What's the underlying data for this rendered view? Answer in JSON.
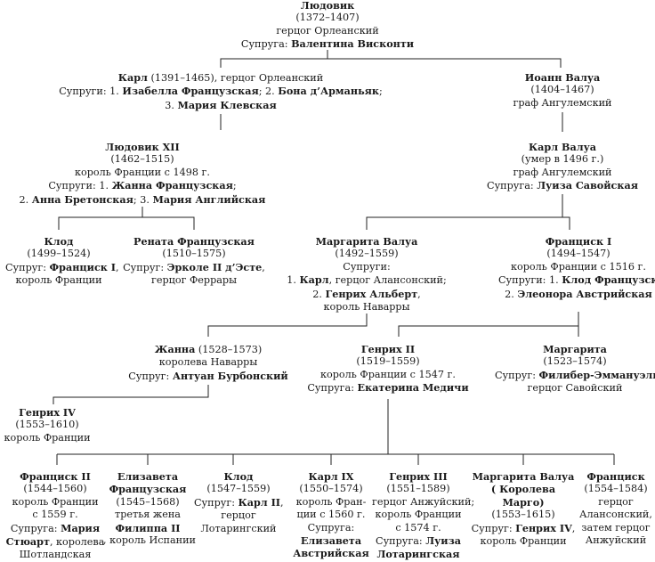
{
  "persons": {
    "louis": {
      "name": "Людовик",
      "lines": [
        "(1372–1407)",
        "герцог Орлеанский"
      ],
      "spouse_prefix": "Супруга: ",
      "spouse": "Валентина Висконти"
    },
    "charles_orleans": {
      "name": "Карл",
      "lines_inline": " (1391–1465), герцог Орлеанский",
      "spouses_prefix": "Супруги: 1. ",
      "spouse1": "Изабелла Французская",
      "sep1": "; 2. ",
      "spouse2": "Бона д’Арманьяк",
      "sep2": ";",
      "sep3": "3. ",
      "spouse3": "Мария Клевская"
    },
    "jean_valois": {
      "name": "Иоанн Валуа",
      "lines": [
        "(1404–1467)",
        "граф Ангулемский"
      ]
    },
    "louis_xii": {
      "name": "Людовик XII",
      "lines": [
        "(1462–1515)",
        "король Франции с 1498 г."
      ],
      "spouses_prefix": "Супруги: 1. ",
      "spouse1": "Жанна Французская",
      "sep1": ";",
      "sep2": "2. ",
      "spouse2": "Анна Бретонская",
      "sep3": "; 3. ",
      "spouse3": "Мария Английская"
    },
    "charles_valois": {
      "name": "Карл Валуа",
      "lines": [
        "(умер в 1496 г.)",
        "граф Ангулемский"
      ],
      "spouse_prefix": "Супруга: ",
      "spouse": "Луиза Савойская"
    },
    "claude": {
      "name": "Клод",
      "lines": [
        "(1499–1524)"
      ],
      "spouse_prefix": "Супруг: ",
      "spouse": "Франциск I",
      "spouse_suffix": ",",
      "extra": "король Франции"
    },
    "renata": {
      "name": "Рената Французская",
      "lines": [
        "(1510–1575)"
      ],
      "spouse_prefix": "Супруг:  ",
      "spouse": "Эрколе II д’Эсте",
      "spouse_suffix": ",",
      "extra": "герцог Феррары"
    },
    "marguerite_valois": {
      "name": "Маргарита Валуа",
      "lines": [
        "(1492–1559)",
        "Супруги:"
      ],
      "sp1_prefix": "1. ",
      "spouse1": "Карл",
      "sp1_suffix": ", герцог Алансонский;",
      "sp2_prefix": "2. ",
      "spouse2": "Генрих Альберт",
      "sp2_suffix": ",",
      "extra": "король Наварры"
    },
    "francis_i": {
      "name": "Франциск I",
      "lines": [
        "(1494–1547)",
        "король Франции с 1516 г."
      ],
      "spouses_prefix": "Супруги: 1. ",
      "spouse1": "Клод Французская",
      "sep1": ";",
      "sp2_prefix": "2. ",
      "spouse2": "Элеонора Австрийская"
    },
    "jeanne": {
      "name": "Жанна",
      "name_suffix": " (1528–1573)",
      "lines": [
        "королева Наварры"
      ],
      "spouse_prefix": "Супруг: ",
      "spouse": "Антуан Бурбонский"
    },
    "henri_ii": {
      "name": "Генрих II",
      "lines": [
        "(1519–1559)",
        "король Франции с 1547 г."
      ],
      "spouse_prefix": "Супруга: ",
      "spouse": "Екатерина Медичи"
    },
    "marguerite": {
      "name": "Маргарита",
      "lines": [
        "(1523–1574)"
      ],
      "spouse_prefix": "Супруг: ",
      "spouse": "Филибер-Эммануэль",
      "spouse_suffix": ",",
      "extra": "герцог Савойский"
    },
    "henri_iv": {
      "name": "Генрих IV",
      "lines": [
        "(1553–1610)",
        "король Франции"
      ]
    },
    "francis_ii": {
      "name": "Франциск II",
      "lines": [
        "(1544–1560)",
        "король Франции",
        "с 1559 г."
      ],
      "spouse_prefix": "Супруга: ",
      "spouse_a": "Мария",
      "spouse_b": "Стюарт",
      "spouse_suffix": ", королева",
      "extra": "Шотландская"
    },
    "elisabeth": {
      "name_a": "Елизавета",
      "name_b": "Французская",
      "lines": [
        "(1545–1568)",
        "третья жена"
      ],
      "spouse": "Филиппа II",
      "spouse_suffix": ", король Испании"
    },
    "claude2": {
      "name": "Клод",
      "lines": [
        "(1547–1559)"
      ],
      "spouse_prefix": "Супруг: ",
      "spouse": "Карл II",
      "spouse_suffix": ",",
      "extra": [
        "герцог",
        "Лотарингский"
      ]
    },
    "charles_ix": {
      "name": "Карл IX",
      "lines": [
        "(1550–1574)",
        "король Фран-",
        "ции с 1560 г.",
        "Супруга:"
      ],
      "spouse_a": "Елизавета",
      "spouse_b": "Австрийская"
    },
    "henri_iii": {
      "name": "Генрих III",
      "lines": [
        "(1551–1589)",
        "герцог Анжуйский;",
        "король Франции",
        "с 1574 г."
      ],
      "spouse_prefix": "Супруга: ",
      "spouse_a": "Луиза",
      "spouse_b": "Лотарингская"
    },
    "margot": {
      "name_a": "Маргарита Валуа",
      "name_b": "( Королева",
      "name_c": "Марго)",
      "lines": [
        "(1553–1615)"
      ],
      "spouse_prefix": "Супруг: ",
      "spouse": "Генрих IV",
      "spouse_suffix": ",",
      "extra": "король Франции"
    },
    "francois": {
      "name": "Франциск",
      "lines": [
        "(1554–1584)",
        "герцог",
        "Алансонский,",
        "затем герцог",
        "Анжуйский"
      ]
    }
  }
}
